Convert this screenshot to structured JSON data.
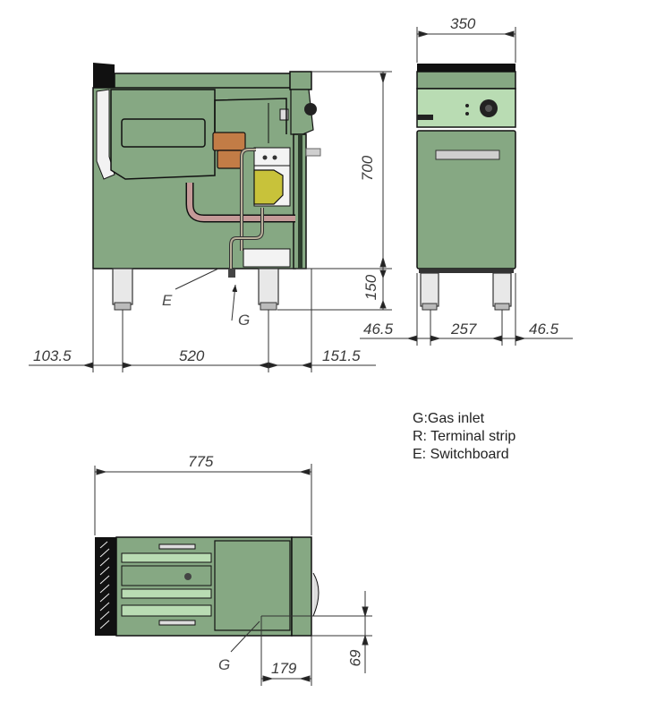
{
  "colors": {
    "body_green": "#86a883",
    "light_green": "#b9dcb3",
    "dark_line": "#111111",
    "copper": "#c27c46",
    "gas_valve_yellow": "#c8c23a",
    "pipe_pink": "#c49a98",
    "dimension_line": "#333333"
  },
  "side_view": {
    "dimensions": {
      "height_body": "700",
      "height_legs": "150",
      "left_offset": "103.5",
      "leg_spacing": "520",
      "right_offset": "151.5"
    },
    "labels": {
      "switchboard": "E",
      "gas_inlet": "G"
    }
  },
  "front_view": {
    "dimensions": {
      "width": "350",
      "left_offset": "46.5",
      "leg_spacing": "257",
      "right_offset": "46.5"
    }
  },
  "top_view": {
    "dimensions": {
      "depth": "775",
      "gas_from_front": "179",
      "gas_from_side": "69"
    },
    "labels": {
      "gas_inlet": "G"
    }
  },
  "legend": {
    "items": [
      "G:Gas inlet",
      "R: Terminal strip",
      "E: Switchboard"
    ]
  }
}
